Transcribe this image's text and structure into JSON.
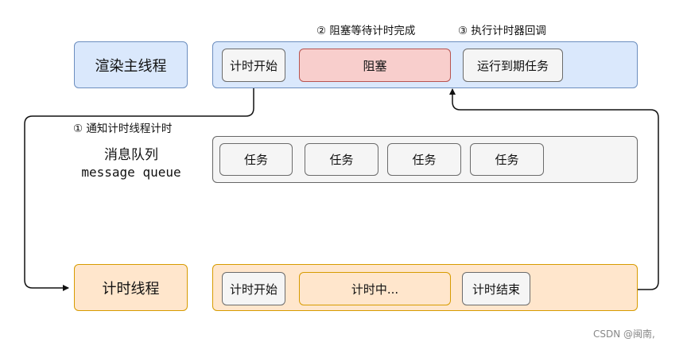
{
  "annotations": {
    "step1": "① 通知计时线程计时",
    "step2": "② 阻塞等待计时完成",
    "step3": "③ 执行计时器回调"
  },
  "main_thread": {
    "label": "渲染主线程",
    "tasks": [
      "计时开始",
      "阻塞",
      "运行到期任务"
    ]
  },
  "queue": {
    "label_line1": "消息队列",
    "label_line2": "message queue",
    "tasks": [
      "任务",
      "任务",
      "任务",
      "任务"
    ]
  },
  "timer_thread": {
    "label": "计时线程",
    "tasks": [
      "计时开始",
      "计时中...",
      "计时结束"
    ]
  },
  "watermark": "CSDN @闽南,",
  "colors": {
    "main_fill": "#dae8fc",
    "main_border": "#6c8ebf",
    "block_fill": "#f8cecc",
    "block_border": "#b85450",
    "timer_fill": "#ffe6cc",
    "timer_border": "#d79b00",
    "queue_fill": "#f5f5f5",
    "queue_border": "#666666"
  }
}
